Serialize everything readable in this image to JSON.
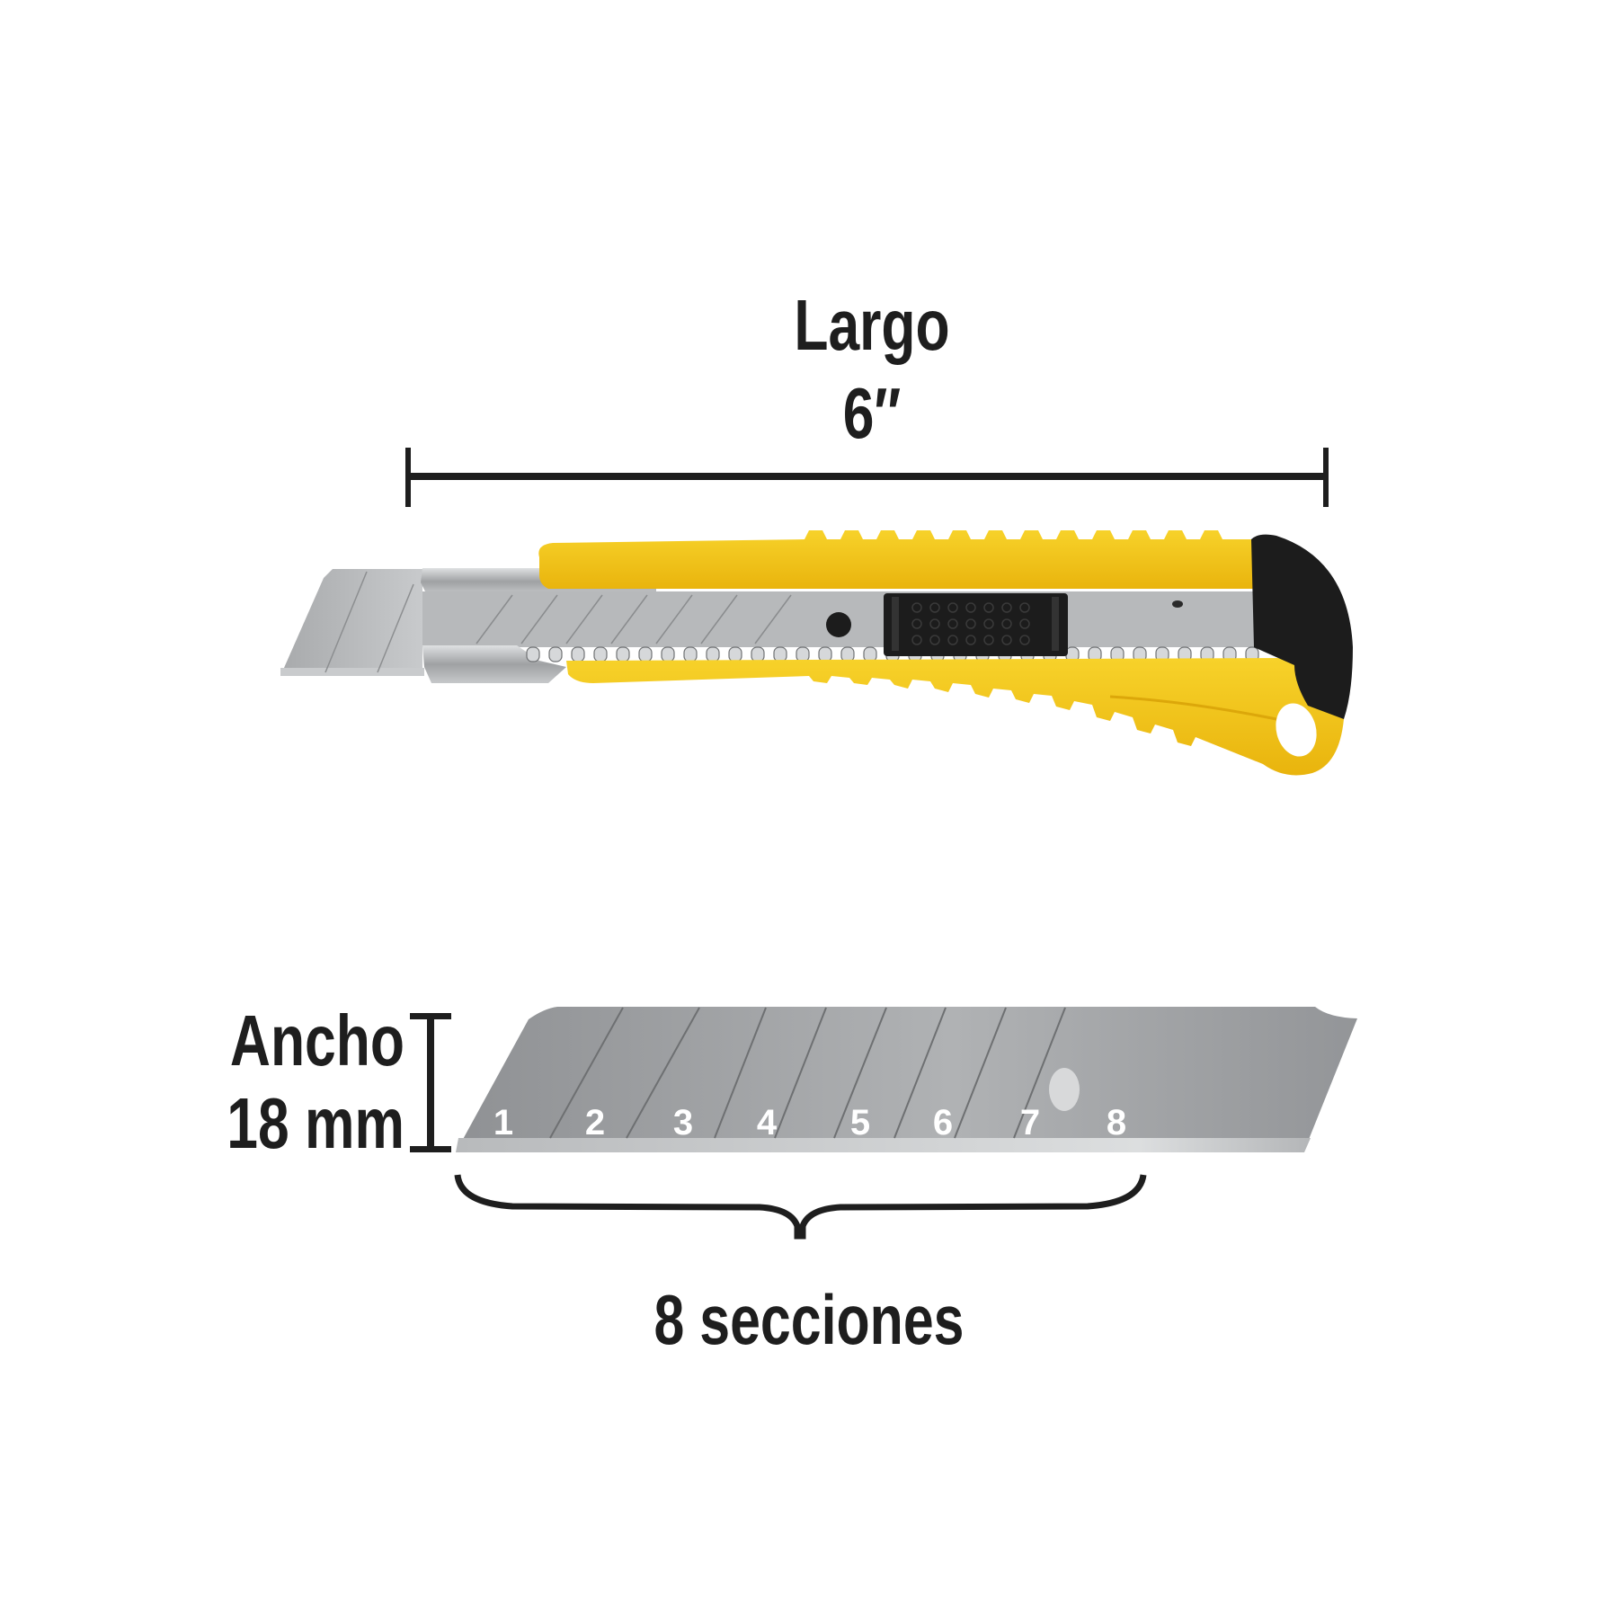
{
  "length_dimension": {
    "title": "Largo",
    "value": "6″"
  },
  "width_dimension": {
    "title": "Ancho",
    "value": "18 mm"
  },
  "blade": {
    "section_numbers": [
      "1",
      "2",
      "3",
      "4",
      "5",
      "6",
      "7",
      "8"
    ],
    "sections_label": "8 secciones"
  },
  "colors": {
    "handle_yellow": "#f5c518",
    "handle_black": "#1c1c1c",
    "blade_gray": "#9a9c9f",
    "text_dark": "#1e1e1e"
  }
}
